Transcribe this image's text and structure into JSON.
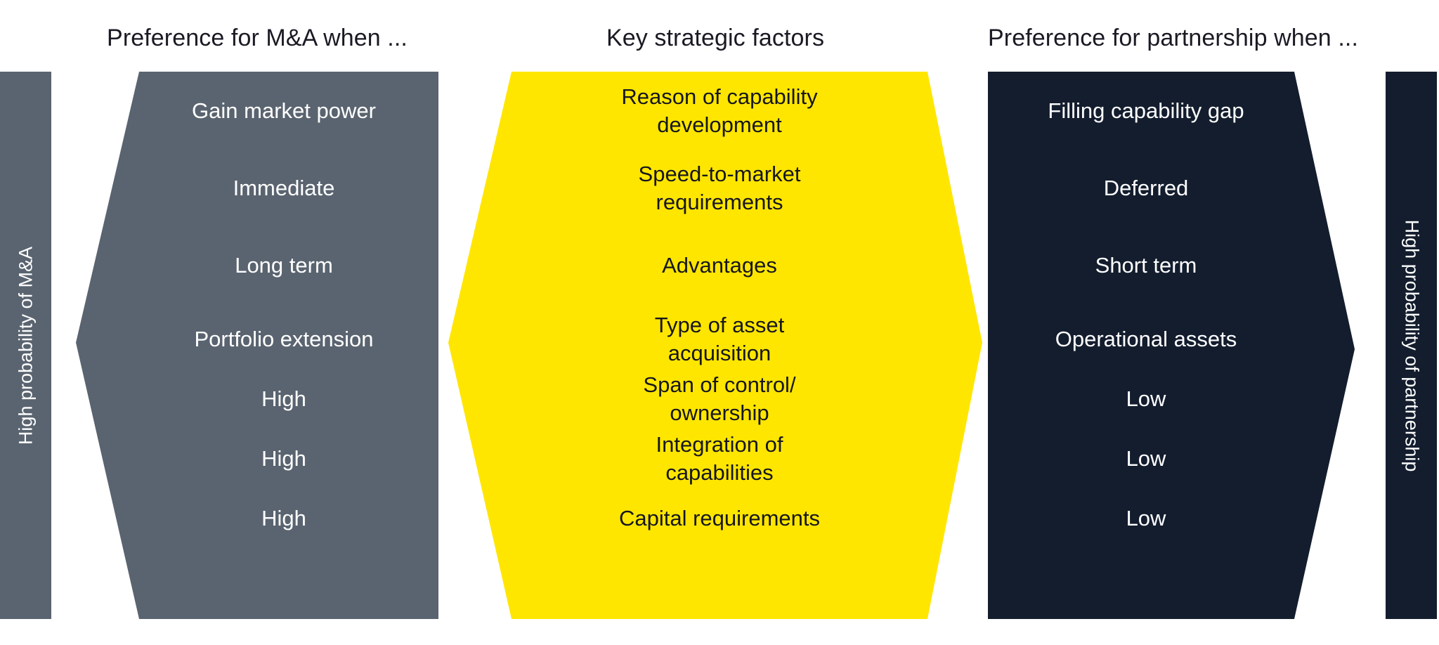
{
  "colors": {
    "gray": "#5a6470",
    "yellow": "#ffe600",
    "navy": "#131d2e",
    "text_light": "#ffffff",
    "text_dark": "#16161d"
  },
  "headers": {
    "left": "Preference for M&A when ...",
    "center": "Key strategic factors",
    "right": "Preference for partnership when ..."
  },
  "rails": {
    "left_label": "High probability of M&A",
    "right_label": "High probability of partnership"
  },
  "rows": [
    {
      "factor": "Reason of capability\ndevelopment",
      "ma": "Gain market power",
      "partnership": "Filling capability gap"
    },
    {
      "factor": "Speed-to-market\nrequirements",
      "ma": "Immediate",
      "partnership": "Deferred"
    },
    {
      "factor": "Advantages",
      "ma": "Long term",
      "partnership": "Short term"
    },
    {
      "factor": "Type of asset\nacquisition",
      "ma": "Portfolio extension",
      "partnership": "Operational assets"
    },
    {
      "factor": "Span of control/\nownership",
      "ma": "High",
      "partnership": "Low"
    },
    {
      "factor": "Integration of\ncapabilities",
      "ma": "High",
      "partnership": "Low"
    },
    {
      "factor": "Capital requirements",
      "ma": "High",
      "partnership": "Low"
    }
  ]
}
